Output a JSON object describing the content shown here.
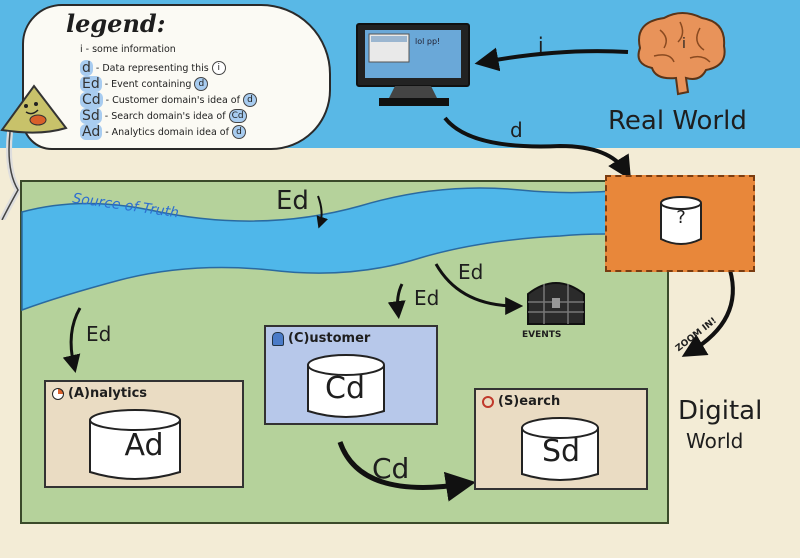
{
  "legend": {
    "title": "legend:",
    "items": [
      {
        "symbol": "i",
        "text": "- some information",
        "circle": ""
      },
      {
        "symbol": "d",
        "text": "- Data representing this",
        "circle": "i"
      },
      {
        "symbol": "Ed",
        "text": "- Event containing",
        "circle": "d"
      },
      {
        "symbol": "Cd",
        "text": "- Customer domain's idea of",
        "circle": "d"
      },
      {
        "symbol": "Sd",
        "text": "- Search domain's idea of",
        "circle": "Cd"
      },
      {
        "symbol": "Ad",
        "text": "- Analytics domain idea of",
        "circle": "d"
      }
    ]
  },
  "monitor": {
    "screen_text": "lol pp!"
  },
  "brain": {
    "label": "i"
  },
  "arrows": {
    "brain_to_monitor": "i",
    "monitor_to_box": "d"
  },
  "real_world": "Real World",
  "digital_world": {
    "line1": "Digital",
    "line2": "World"
  },
  "source_of_truth": "Source of Truth",
  "question_box": {
    "symbol": "?"
  },
  "zoom_label": "ZOOM IN!",
  "events": {
    "label": "EVENTS"
  },
  "event_labels": {
    "top": "Ed",
    "customer": "Ed",
    "events": "Ed",
    "analytics": "Ed"
  },
  "analytics": {
    "title": "(A)nalytics",
    "cylinder": "Ad"
  },
  "customer": {
    "title": "(C)ustomer",
    "cylinder": "Cd"
  },
  "search": {
    "title": "(S)earch",
    "cylinder": "Sd"
  },
  "cd_arrow_label": "Cd",
  "colors": {
    "sky": "#59b8e6",
    "ground": "#f3ecd6",
    "world": "#b5d29b",
    "river": "#4fb7ea",
    "question_box": "#e8873a",
    "customer_box": "#b7c8ea",
    "domain_box": "#eadcc3"
  }
}
